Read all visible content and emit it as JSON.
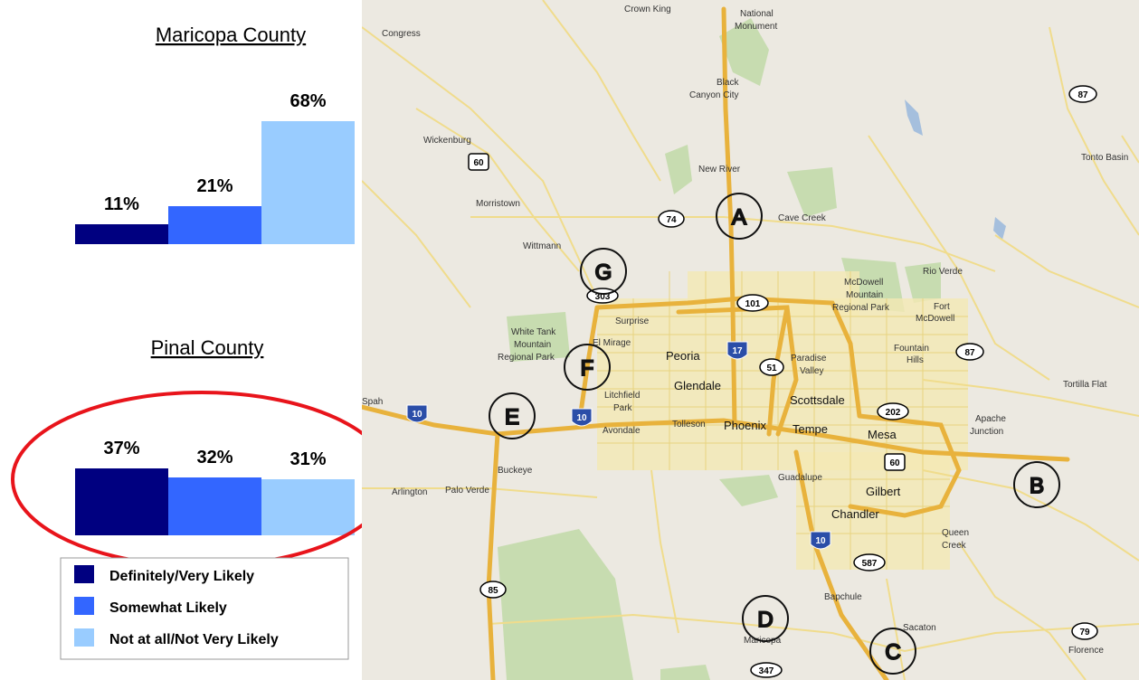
{
  "chart_data": [
    {
      "type": "bar",
      "title": "Maricopa County",
      "categories": [
        "Definitely/Very Likely",
        "Somewhat Likely",
        "Not at all/Not Very Likely"
      ],
      "values": [
        11,
        21,
        68
      ],
      "labels": [
        "11%",
        "21%",
        "68%"
      ],
      "ylim": [
        0,
        100
      ]
    },
    {
      "type": "bar",
      "title": "Pinal County",
      "categories": [
        "Definitely/Very Likely",
        "Somewhat Likely",
        "Not at all/Not Very Likely"
      ],
      "values": [
        37,
        32,
        31
      ],
      "labels": [
        "37%",
        "32%",
        "31%"
      ],
      "ylim": [
        0,
        100
      ]
    }
  ],
  "legend": [
    {
      "label": "Definitely/Very Likely",
      "color": "#000080"
    },
    {
      "label": "Somewhat Likely",
      "color": "#3366ff"
    },
    {
      "label": "Not at all/Not Very Likely",
      "color": "#99ccff"
    }
  ],
  "map": {
    "places": {
      "crown_king": "Crown King",
      "national": "National",
      "monument": "Monument",
      "congress": "Congress",
      "black": "Black",
      "canyon_city": "Canyon City",
      "wickenburg": "Wickenburg",
      "tonto_basin": "Tonto Basin",
      "new_river": "New River",
      "morristown": "Morristown",
      "cave_creek": "Cave Creek",
      "wittmann": "Wittmann",
      "rio_verde": "Rio Verde",
      "mcdowell": "McDowell",
      "mountain": "Mountain",
      "regional_park": "Regional Park",
      "fort": "Fort",
      "fort_mcdowell": "McDowell",
      "surprise": "Surprise",
      "white_tank": "White Tank",
      "wt_mountain": "Mountain",
      "wt_regional": "Regional Park",
      "el_mirage": "El Mirage",
      "peoria": "Peoria",
      "paradise": "Paradise",
      "valley": "Valley",
      "fountain": "Fountain",
      "hills": "Hills",
      "tortilla_flat": "Tortilla Flat",
      "glendale": "Glendale",
      "litchfield": "Litchfield",
      "park": "Park",
      "scottsdale": "Scottsdale",
      "spah": "Spah",
      "tolleson": "Tolleson",
      "avondale": "Avondale",
      "phoenix": "Phoenix",
      "tempe": "Tempe",
      "mesa": "Mesa",
      "apache": "Apache",
      "junction": "Junction",
      "buckeye": "Buckeye",
      "guadalupe": "Guadalupe",
      "arlington": "Arlington",
      "palo_verde": "Palo Verde",
      "gilbert": "Gilbert",
      "chandler": "Chandler",
      "queen": "Queen",
      "creek": "Creek",
      "bapchule": "Bapchule",
      "maricopa": "Maricopa",
      "sacaton": "Sacaton",
      "florence": "Florence"
    },
    "shields": {
      "s87a": "87",
      "s60a": "60",
      "s74": "74",
      "s303": "303",
      "s101": "101",
      "s17": "17",
      "s51": "51",
      "s87b": "87",
      "s10a": "10",
      "s10b": "10",
      "s202": "202",
      "s60b": "60",
      "s10c": "10",
      "s587": "587",
      "s85": "85",
      "s79": "79",
      "s347": "347"
    },
    "markers": [
      "A",
      "B",
      "C",
      "D",
      "E",
      "F",
      "G"
    ]
  }
}
